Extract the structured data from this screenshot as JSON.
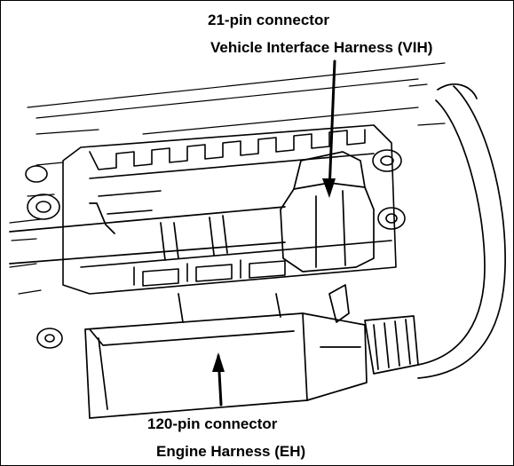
{
  "callouts": {
    "top": {
      "line1": "21-pin connector",
      "line2": "Vehicle Interface Harness (VIH)"
    },
    "bottom": {
      "line1": "120-pin connector",
      "line2": "Engine Harness (EH)"
    }
  },
  "colors": {
    "ink": "#000000",
    "background": "#ffffff"
  }
}
